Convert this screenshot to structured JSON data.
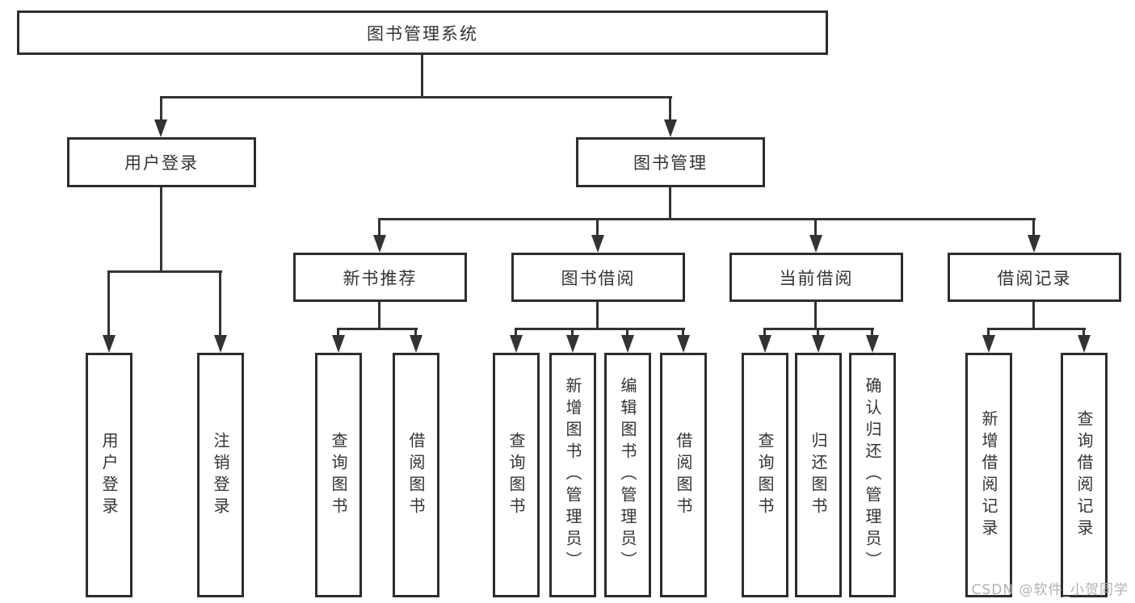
{
  "diagram": {
    "title": "图书管理系统",
    "watermark": "CSDN @软件_小贺同学",
    "colors": {
      "line": "#333333",
      "box_border": "#2d2d2d",
      "box_fill": "#ffffff",
      "text": "#333333",
      "watermark_text": "#b8aeb1",
      "background": "#ffffff"
    },
    "tree": {
      "root": {
        "label": "图书管理系统"
      },
      "branches": [
        {
          "label": "用户登录",
          "children": [
            {
              "label": "用户登录"
            },
            {
              "label": "注销登录"
            }
          ]
        },
        {
          "label": "图书管理",
          "children": [
            {
              "label": "新书推荐",
              "children": [
                {
                  "label": "查询图书"
                },
                {
                  "label": "借阅图书"
                }
              ]
            },
            {
              "label": "图书借阅",
              "children": [
                {
                  "label": "查询图书"
                },
                {
                  "label": "新增图书（管理员）"
                },
                {
                  "label": "编辑图书（管理员）"
                },
                {
                  "label": "借阅图书"
                }
              ]
            },
            {
              "label": "当前借阅",
              "children": [
                {
                  "label": "查询图书"
                },
                {
                  "label": "归还图书"
                },
                {
                  "label": "确认归还（管理员）"
                }
              ]
            },
            {
              "label": "借阅记录",
              "children": [
                {
                  "label": "新增借阅记录"
                },
                {
                  "label": "查询借阅记录"
                }
              ]
            }
          ]
        }
      ]
    }
  }
}
